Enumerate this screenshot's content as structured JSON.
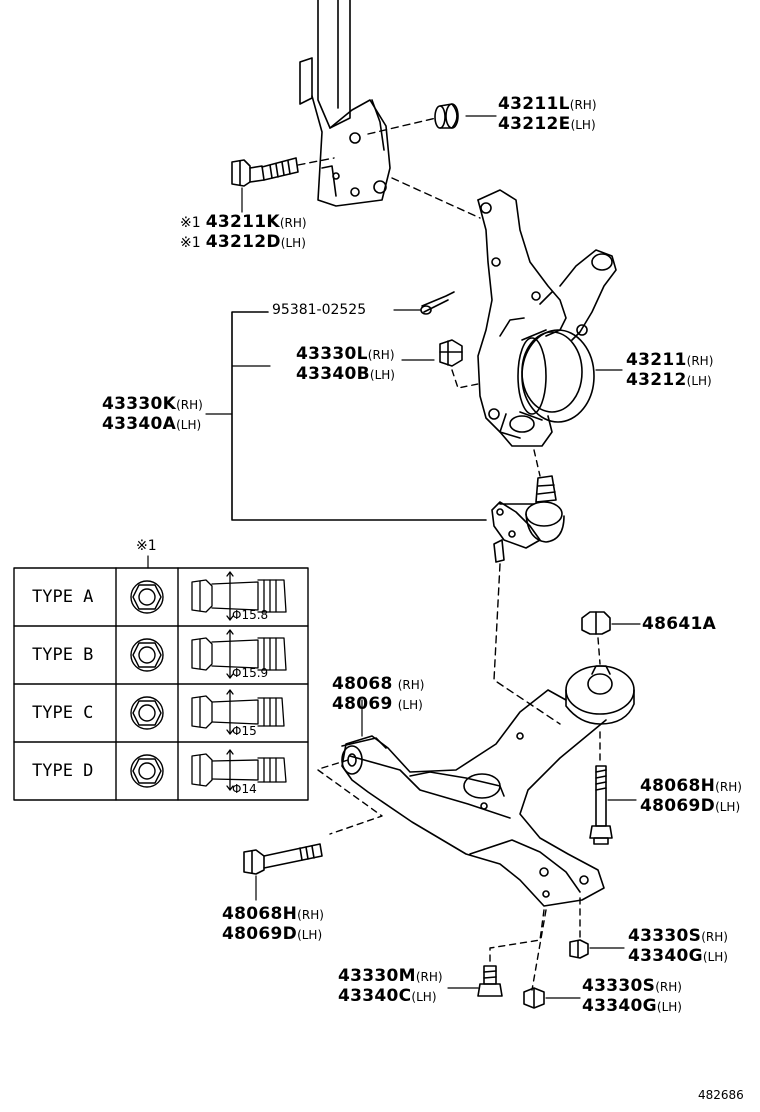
{
  "labels": {
    "knuckle_bushing_rh": "43211L",
    "knuckle_bushing_rh_side": "(RH)",
    "knuckle_bushing_lh": "43212E",
    "knuckle_bushing_lh_side": "(LH)",
    "bolt_mark": "※1",
    "bolt_rh": "43211K",
    "bolt_rh_side": "(RH)",
    "bolt_lh": "43212D",
    "bolt_lh_side": "(LH)",
    "cotter_pin": "95381-02525",
    "nut_rh": "43330L",
    "nut_rh_side": "(RH)",
    "nut_lh": "43340B",
    "nut_lh_side": "(LH)",
    "knuckle_rh": "43211",
    "knuckle_rh_side": "(RH)",
    "knuckle_lh": "43212",
    "knuckle_lh_side": "(LH)",
    "balljoint_rh": "43330K",
    "balljoint_rh_side": "(RH)",
    "balljoint_lh": "43340A",
    "balljoint_lh_side": "(LH)",
    "nut_48641": "48641A",
    "arm_rh": "48068",
    "arm_rh_side": "(RH)",
    "arm_lh": "48069",
    "arm_lh_side": "(LH)",
    "arm_bolt_r_rh": "48068H",
    "arm_bolt_r_rh_side": "(RH)",
    "arm_bolt_r_lh": "48069D",
    "arm_bolt_r_lh_side": "(LH)",
    "arm_bolt_l_rh": "48068H",
    "arm_bolt_l_rh_side": "(RH)",
    "arm_bolt_l_lh": "48069D",
    "arm_bolt_l_lh_side": "(LH)",
    "nut_s1_rh": "43330S",
    "nut_s1_rh_side": "(RH)",
    "nut_s1_lh": "43340G",
    "nut_s1_lh_side": "(LH)",
    "bolt_m_rh": "43330M",
    "bolt_m_rh_side": "(RH)",
    "bolt_m_lh": "43340C",
    "bolt_m_lh_side": "(LH)",
    "nut_s2_rh": "43330S",
    "nut_s2_rh_side": "(RH)",
    "nut_s2_lh": "43340G",
    "nut_s2_lh_side": "(LH)",
    "figure_number": "482686"
  },
  "type_table": {
    "header_mark": "※1",
    "rows": [
      {
        "type": "TYPE A",
        "diameter": "Φ15.8"
      },
      {
        "type": "TYPE B",
        "diameter": "Φ15.9"
      },
      {
        "type": "TYPE C",
        "diameter": "Φ15"
      },
      {
        "type": "TYPE D",
        "diameter": "Φ14"
      }
    ]
  }
}
